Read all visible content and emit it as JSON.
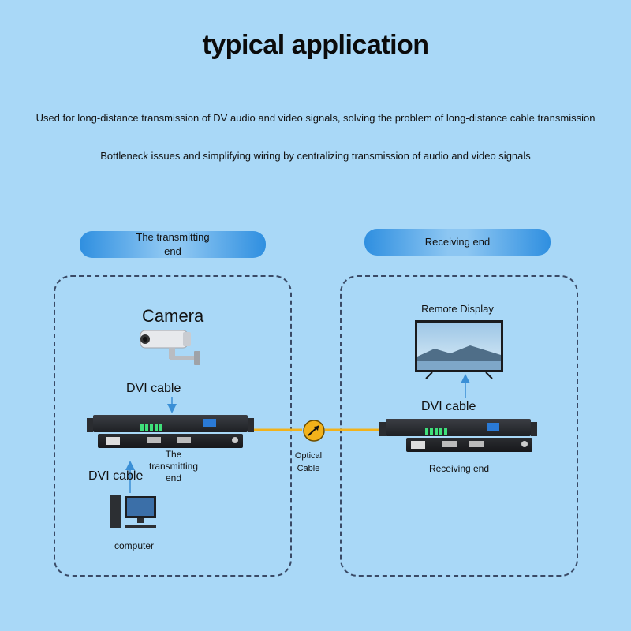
{
  "header": {
    "title": "typical application",
    "line1": "Used for long-distance transmission of DV audio and video signals, solving the problem of long-distance cable transmission",
    "line2": "Bottleneck issues and simplifying wiring by centralizing transmission of audio and video signals"
  },
  "left": {
    "banner_line1": "The transmitting",
    "banner_line2": "end",
    "camera_label": "Camera",
    "dvi_top": "DVI cable",
    "device_label_line1": "The transmitting",
    "device_label_line2": "end",
    "dvi_bottom": "DVI cable",
    "computer_label": "computer"
  },
  "middle": {
    "optical_line1": "Optical",
    "optical_line2": "Cable"
  },
  "right": {
    "banner": "Receiving end",
    "display_label": "Remote Display",
    "dvi": "DVI cable",
    "device_label": "Receiving end"
  },
  "colors": {
    "background": "#a9d8f7",
    "banner": "#2f8fe0",
    "fiber": "#f2b21a",
    "arrow": "#3a8fd6"
  }
}
